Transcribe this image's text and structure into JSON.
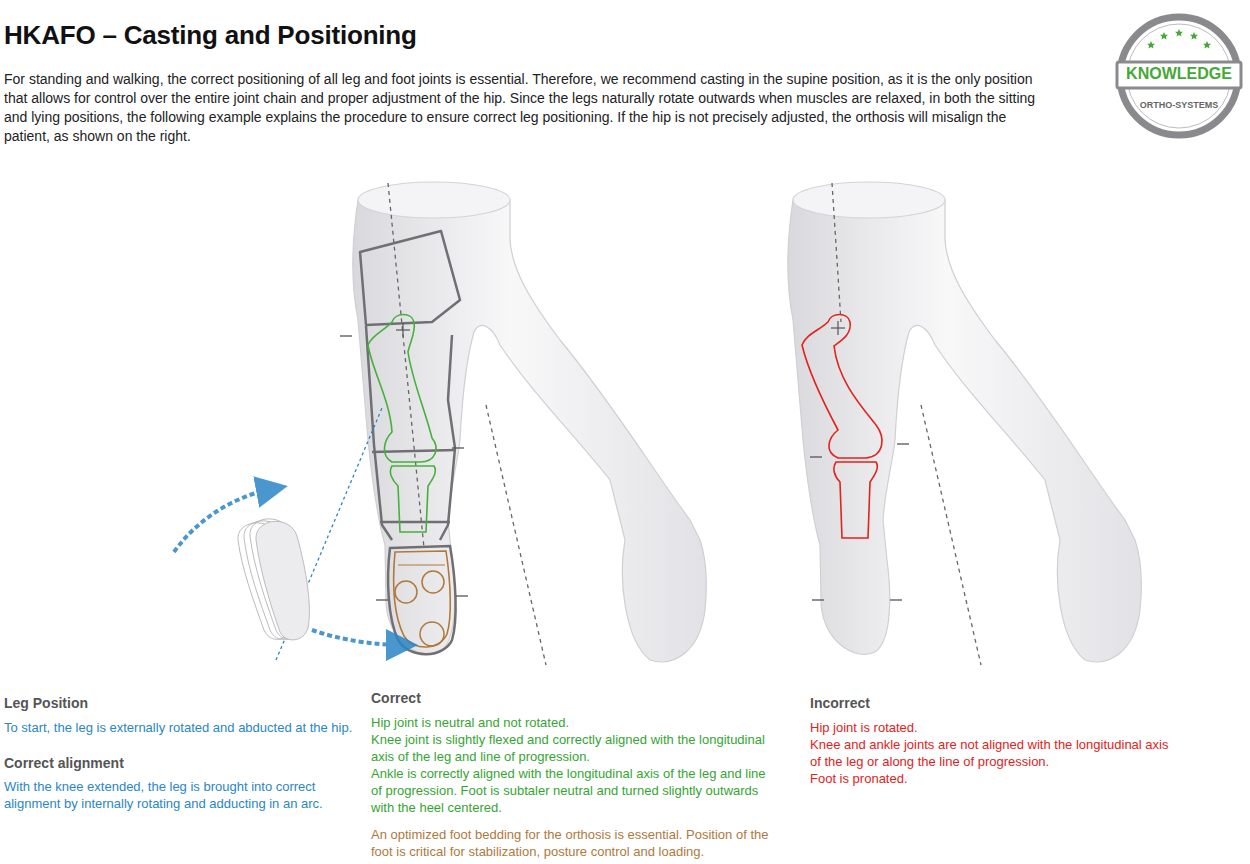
{
  "diagram": {
    "title": "HKAFO – Casting and Positioning",
    "nodes": [
      {
        "text": [
          "KNOWLEDGE",
          "ORTHO-SYSTEMS"
        ]
      }
    ],
    "labels": [
      "For standing and walking, the correct positioning of all leg and foot joints is essential. Therefore, we recommend casting in the supine position, as it is the only position that allows for control over the entire joint chain and proper adjustment of the hip. Since the legs naturally rotate outwards when muscles are relaxed, in both the sitting and lying positions, the following example explains the procedure to ensure correct leg positioning. If the hip is not precisely adjusted, the orthosis will misalign the patient, as shown on the right.",
      "Leg Position",
      "To start, the leg is externally rotated and abducted at the hip.",
      "Correct alignment",
      "With the knee extended, the leg is brought into correct alignment by internally rotating and adducting in an arc.",
      "Correct",
      "Hip joint is neutral and not rotated.",
      "Knee joint is slightly flexed and correctly aligned with the longitudinal axis of the leg and line of progression.",
      "Ankle is correctly aligned with the longitudinal axis of the leg and line of progression. Foot is subtaler neutral and turned slightly outwards with the heel centered.",
      "An optimized foot bedding for the orthosis is essential. Position of the foot is critical for stabilization, posture control and loading.",
      "Incorrect",
      "Hip joint is rotated.",
      "Knee and ankle joints are not aligned with the longitudinal axis of the leg or along the line of progression.",
      "Foot is pronated."
    ]
  }
}
